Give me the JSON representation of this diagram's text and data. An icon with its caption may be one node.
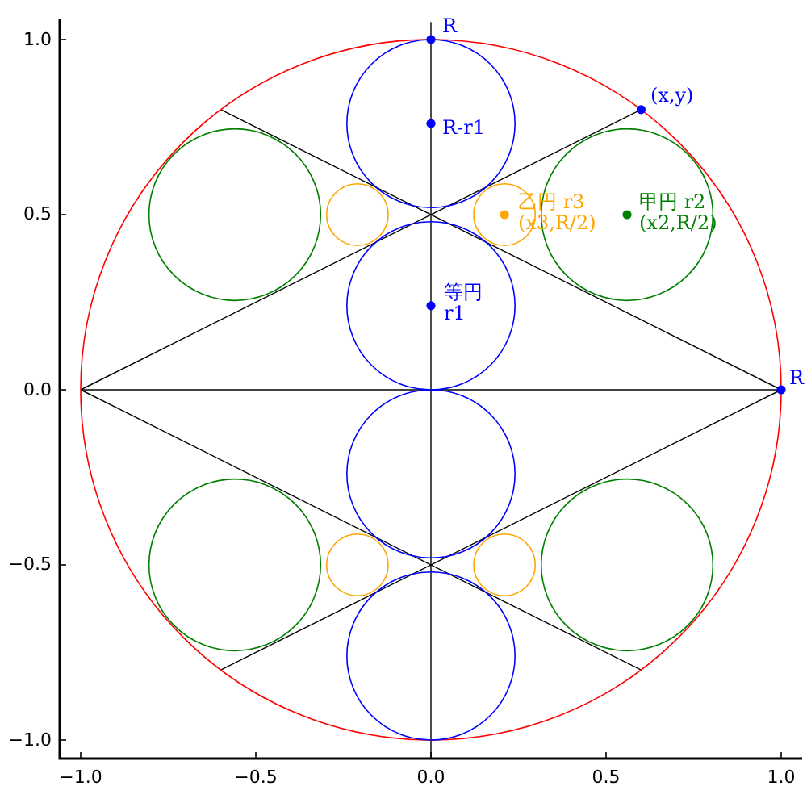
{
  "diagram": {
    "labels": [
      "R",
      "(x,y)",
      "R-r1",
      "乙円 r3",
      "(x3,R/2)",
      "甲円 r2",
      "(x2,R/2)",
      "等円",
      "r1",
      "R",
      "1.0",
      "0.5",
      "0.0",
      "−0.5",
      "−1.0",
      "−1.0",
      "−0.5",
      "0.0",
      "0.5",
      "1.0"
    ]
  }
}
